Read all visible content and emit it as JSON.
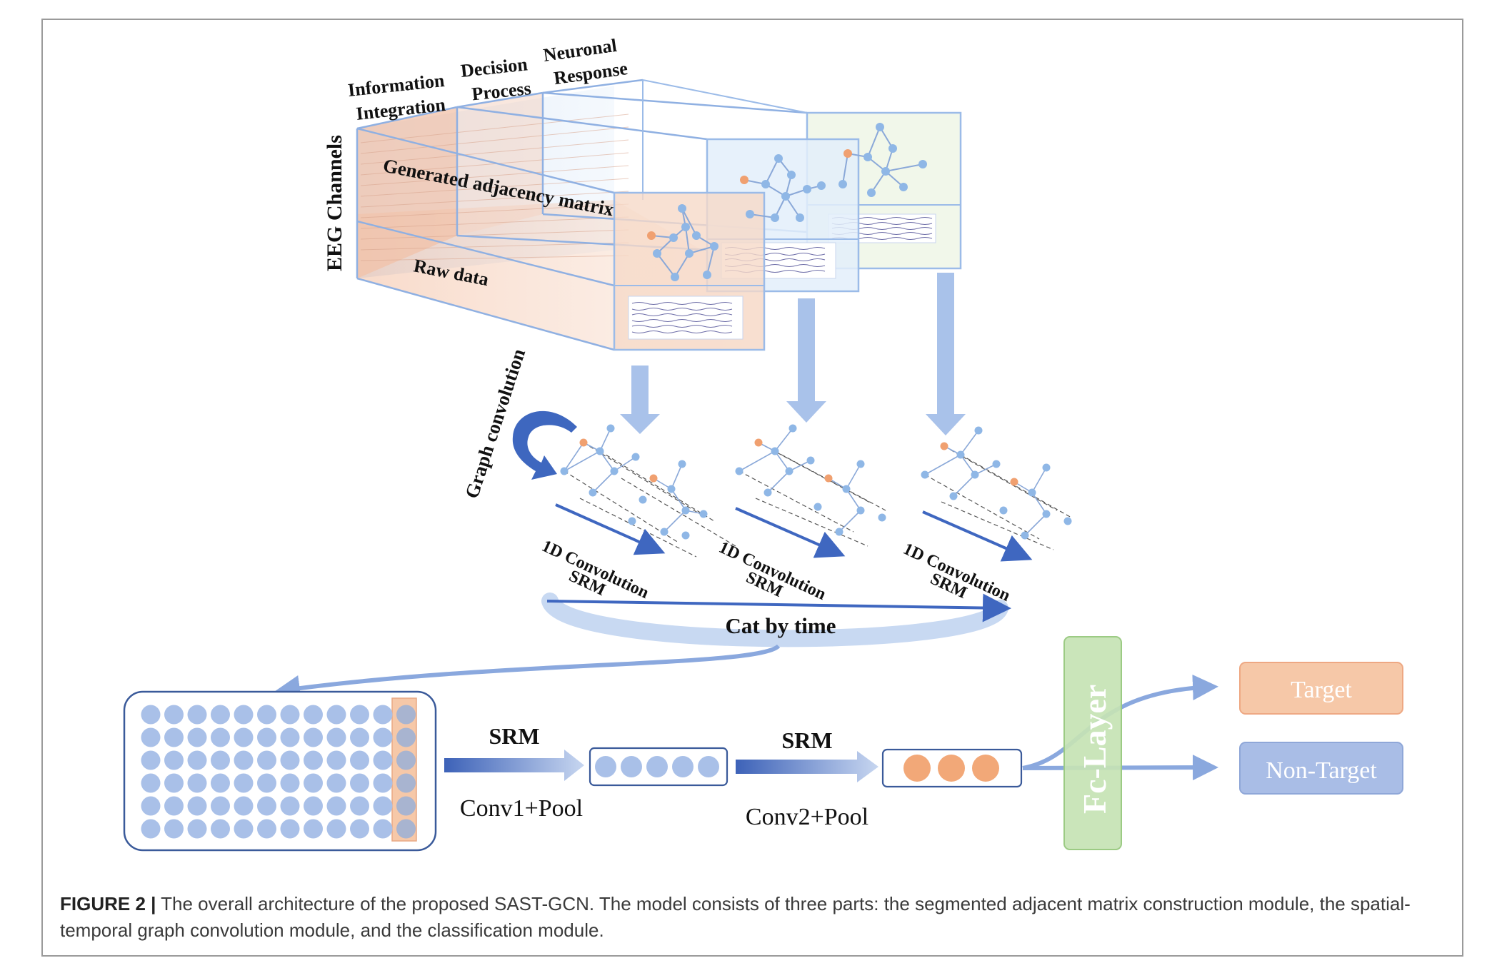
{
  "labels": {
    "eeg_channels": "EEG Channels",
    "information_integration": [
      "Information",
      "Integration"
    ],
    "decision_process": [
      "Decision",
      "Process"
    ],
    "neuronal_response": [
      "Neuronal",
      "Response"
    ],
    "generated_adjacency_matrix": "Generated adjacency matrix",
    "raw_data": "Raw data",
    "graph_convolution": "Graph convolution",
    "conv_1d": "1D Convolution",
    "srm": "SRM",
    "cat_by_time": "Cat by time",
    "srm_1": "SRM",
    "conv1_pool": "Conv1+Pool",
    "srm_2": "SRM",
    "conv2_pool": "Conv2+Pool",
    "fc_layer": "Fc-Layer",
    "target": "Target",
    "non_target": "Non-Target"
  },
  "caption": {
    "figure_label": "FIGURE 2 |",
    "text": " The overall architecture of the proposed SAST-GCN. The model consists of three parts: the segmented adjacent matrix construction module, the spatial-temporal graph convolution module, and the classification module."
  },
  "colors": {
    "grid_blue": "#9bbbe8",
    "graph_node": "#8fb7e6",
    "highlight_node": "#f0a070",
    "orange_panel": "#f6d4c0",
    "arrow_blue": "#4a74c8",
    "fc_green": "#c6e3b4",
    "target_fill": "#f6c8a8",
    "non_target_fill": "#a9bde6"
  }
}
